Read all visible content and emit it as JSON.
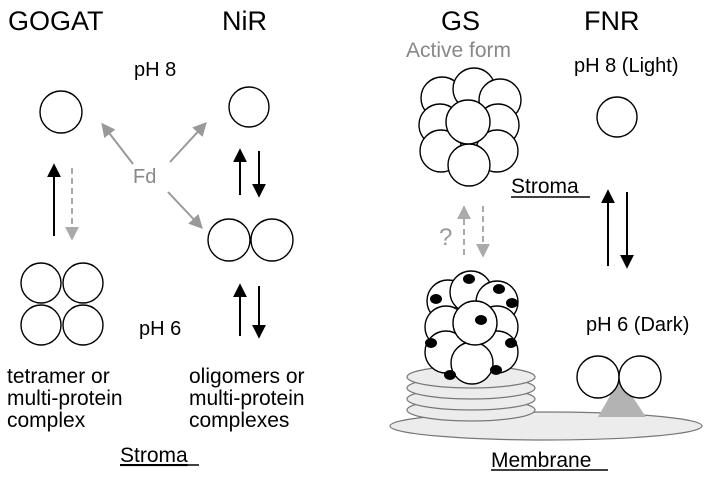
{
  "headers": {
    "gogat": "GOGAT",
    "nir": "NiR",
    "gs": "GS",
    "fnr": "FNR"
  },
  "labels": {
    "ph8": "pH 8",
    "ph6": "pH 6",
    "fd": "Fd",
    "gogat_desc": [
      "tetramer or",
      "multi-protein",
      "complex"
    ],
    "nir_desc": [
      "oligomers or",
      "multi-protein",
      "complexes"
    ],
    "stroma_left": "Stroma",
    "active_form": "Active form",
    "stroma_right": "Stroma",
    "question": "?",
    "ph8_light": "pH 8 (Light)",
    "ph6_dark": "pH 6 (Dark)",
    "membrane": "Membrane"
  },
  "colors": {
    "arrow_black": "#000000",
    "arrow_gray": "#999999",
    "dashed_gray": "#aaaaaa",
    "fnr_anchor": "#b3b3b3"
  }
}
